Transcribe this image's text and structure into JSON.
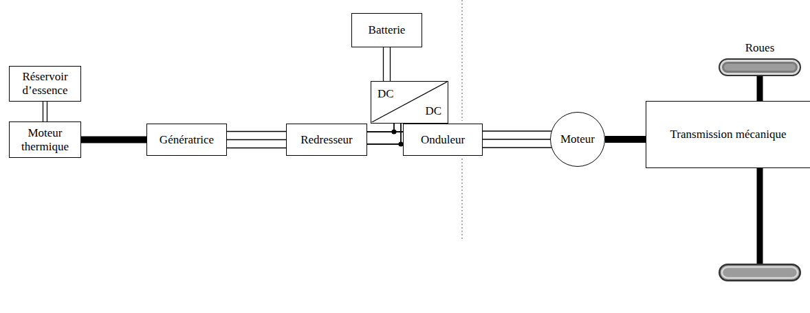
{
  "diagram": {
    "nodes": [
      {
        "text": [
          "Réservoir d’essence"
        ]
      },
      {
        "text": [
          "Moteur thermique"
        ]
      },
      {
        "text": [
          "Génératrice"
        ]
      },
      {
        "text": [
          "Redresseur"
        ]
      },
      {
        "text": [
          "Batterie"
        ]
      },
      {
        "text": [
          "DC",
          "DC"
        ]
      },
      {
        "text": [
          "Onduleur"
        ]
      },
      {
        "text": [
          "Moteur"
        ]
      },
      {
        "text": [
          "Roues"
        ]
      },
      {
        "text": [
          "Transmission mécanique"
        ]
      }
    ],
    "edges": [
      {
        "from": 0,
        "to": 1,
        "arrow": "none"
      },
      {
        "from": 1,
        "to": 2,
        "arrow": "none"
      },
      {
        "from": 2,
        "to": 3,
        "arrow": "none"
      },
      {
        "from": 3,
        "to": 6,
        "arrow": "none"
      },
      {
        "from": 4,
        "to": 5,
        "arrow": "none"
      },
      {
        "from": 5,
        "to": 3,
        "arrow": "none"
      },
      {
        "from": 5,
        "to": 6,
        "arrow": "none"
      },
      {
        "from": 6,
        "to": 7,
        "arrow": "none"
      },
      {
        "from": 7,
        "to": 9,
        "arrow": "none"
      },
      {
        "from": 9,
        "to": 8,
        "arrow": "none"
      }
    ]
  }
}
